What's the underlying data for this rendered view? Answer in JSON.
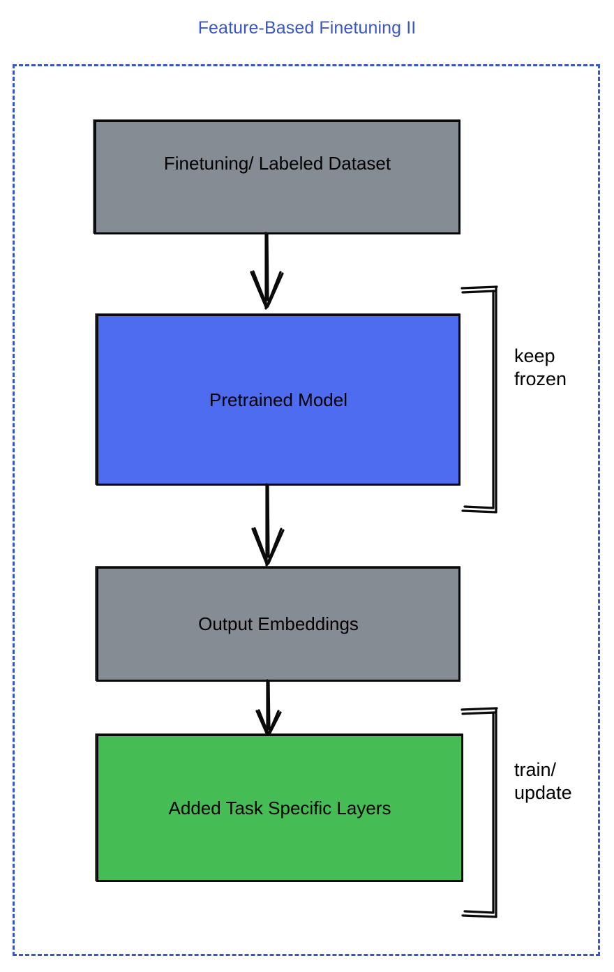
{
  "diagram": {
    "title": "Feature-Based Finetuning II",
    "title_color": "#3a55c8",
    "frame": {
      "style": "dashed",
      "color": "#3a55c8"
    },
    "nodes": [
      {
        "id": "dataset",
        "label": "Finetuning/ Labeled Dataset",
        "fill": "#868c93",
        "stroke": "#0a0a0a"
      },
      {
        "id": "pretrained",
        "label": "Pretrained Model",
        "fill": "#4d6cf0",
        "stroke": "#0a0a0a"
      },
      {
        "id": "embeddings",
        "label": "Output Embeddings",
        "fill": "#868c93",
        "stroke": "#0a0a0a"
      },
      {
        "id": "tasklayers",
        "label": "Added Task Specific Layers",
        "fill": "#46bd54",
        "stroke": "#0a0a0a"
      }
    ],
    "edges": [
      {
        "id": "dataset-to-pretrained",
        "from": "dataset",
        "to": "pretrained",
        "arrow": "down-arrow"
      },
      {
        "id": "pretrained-to-embeddings",
        "from": "pretrained",
        "to": "embeddings",
        "arrow": "down-arrow"
      },
      {
        "id": "embeddings-to-tasklayers",
        "from": "embeddings",
        "to": "tasklayers",
        "arrow": "down-arrow"
      }
    ],
    "annotations": [
      {
        "id": "keep-frozen",
        "text": "keep\nfrozen",
        "targets": "pretrained"
      },
      {
        "id": "train-update",
        "text": "train/\nupdate",
        "targets": "tasklayers"
      }
    ]
  }
}
